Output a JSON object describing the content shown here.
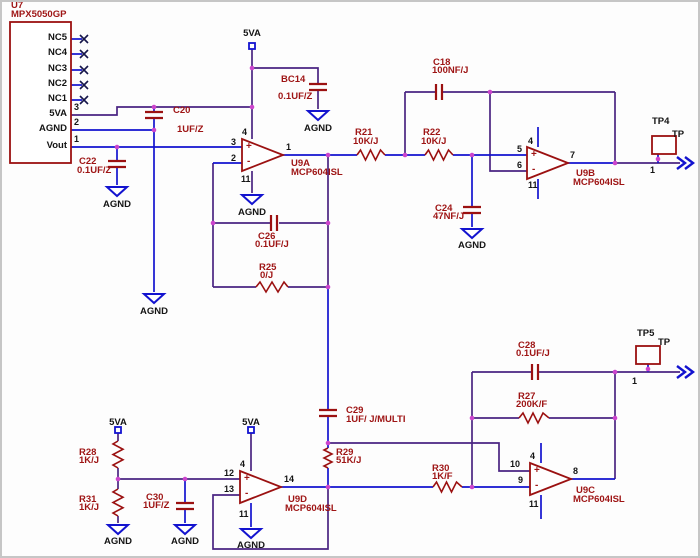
{
  "schematic": {
    "nets": {
      "power": "5VA",
      "ground": "AGND"
    },
    "u7": {
      "pins": [
        {
          "name": "NC5",
          "num": ""
        },
        {
          "name": "NC4",
          "num": ""
        },
        {
          "name": "NC3",
          "num": ""
        },
        {
          "name": "NC2",
          "num": ""
        },
        {
          "name": "NC1",
          "num": ""
        },
        {
          "name": "5VA",
          "num": "3"
        },
        {
          "name": "AGND",
          "num": "2"
        },
        {
          "name": "Vout",
          "num": "1"
        }
      ]
    },
    "parts": {
      "U7": {
        "ref": "U7",
        "value": "MPX5050GP"
      },
      "C20": {
        "ref": "C20",
        "value": "1UF/Z"
      },
      "C22": {
        "ref": "C22",
        "value": "0.1UF/Z"
      },
      "BC14": {
        "ref": "BC14",
        "value": "0.1UF/Z"
      },
      "U9A": {
        "ref": "U9A",
        "value": "MCP604ISL"
      },
      "C26": {
        "ref": "C26",
        "value": "0.1UF/J"
      },
      "R25": {
        "ref": "R25",
        "value": "0/J"
      },
      "R21": {
        "ref": "R21",
        "value": "10K/J"
      },
      "R22": {
        "ref": "R22",
        "value": "10K/J"
      },
      "C18": {
        "ref": "C18",
        "value": "100NF/J"
      },
      "C24": {
        "ref": "C24",
        "value": "47NF/J"
      },
      "U9B": {
        "ref": "U9B",
        "value": "MCP604ISL"
      },
      "TP4": {
        "ref": "TP4",
        "value": "TP"
      },
      "C28": {
        "ref": "C28",
        "value": "0.1UF/J"
      },
      "R27": {
        "ref": "R27",
        "value": "200K/F"
      },
      "U9C": {
        "ref": "U9C",
        "value": "MCP604ISL"
      },
      "TP5": {
        "ref": "TP5",
        "value": "TP"
      },
      "C29": {
        "ref": "C29",
        "value": "1UF/ J/MULTI"
      },
      "R29": {
        "ref": "R29",
        "value": "51K/J"
      },
      "R30": {
        "ref": "R30",
        "value": "1K/F"
      },
      "U9D": {
        "ref": "U9D",
        "value": "MCP604ISL"
      },
      "R28": {
        "ref": "R28",
        "value": "1K/J"
      },
      "R31": {
        "ref": "R31",
        "value": "1K/J"
      },
      "C30": {
        "ref": "C30",
        "value": "1UF/Z"
      }
    },
    "pins": {
      "U9A": {
        "plus": "3",
        "minus": "2",
        "out": "1",
        "vdd": "4",
        "vss": "11"
      },
      "U9B": {
        "plus": "5",
        "minus": "6",
        "out": "7",
        "vdd": "4",
        "vss": "11"
      },
      "U9C": {
        "plus": "10",
        "minus": "9",
        "out": "8",
        "vdd": "4",
        "vss": "11"
      },
      "U9D": {
        "plus": "12",
        "minus": "13",
        "out": "14",
        "vdd": "4",
        "vss": "11"
      },
      "TP4": {
        "pin": "1"
      },
      "TP5": {
        "pin": "1"
      }
    },
    "opamp_marks": {
      "plus": "+",
      "minus": "-"
    },
    "colors": {
      "wire_blue": "#1313cf",
      "wire_purple": "#4a2482",
      "symbol_red": "#9b1111",
      "junction_magenta": "#cc44cc",
      "text_black": "#141414",
      "text_red": "#9e1414"
    }
  }
}
